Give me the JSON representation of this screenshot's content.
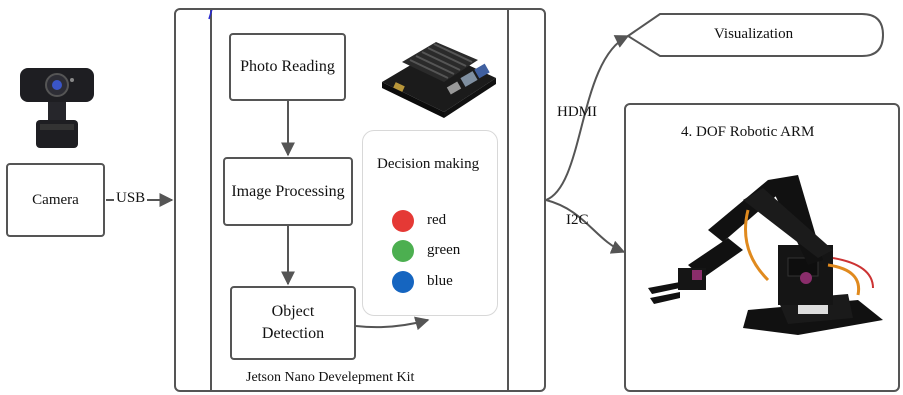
{
  "camera": {
    "label": "Camera",
    "link": "USB"
  },
  "kit": {
    "label": "Jetson Nano Develepment Kit",
    "steps": [
      "Photo Reading",
      "Image Processing",
      "Object Detection"
    ]
  },
  "decision": {
    "title": "Decision making",
    "colors": [
      {
        "name": "red",
        "color": "#e53935"
      },
      {
        "name": "green",
        "color": "#4caf50"
      },
      {
        "name": "blue",
        "color": "#1565c0"
      }
    ]
  },
  "outputs": {
    "hdmi": "HDMI",
    "i2c": "I2C",
    "visualization": "Visualization",
    "robot": "4. DOF Robotic ARM"
  }
}
